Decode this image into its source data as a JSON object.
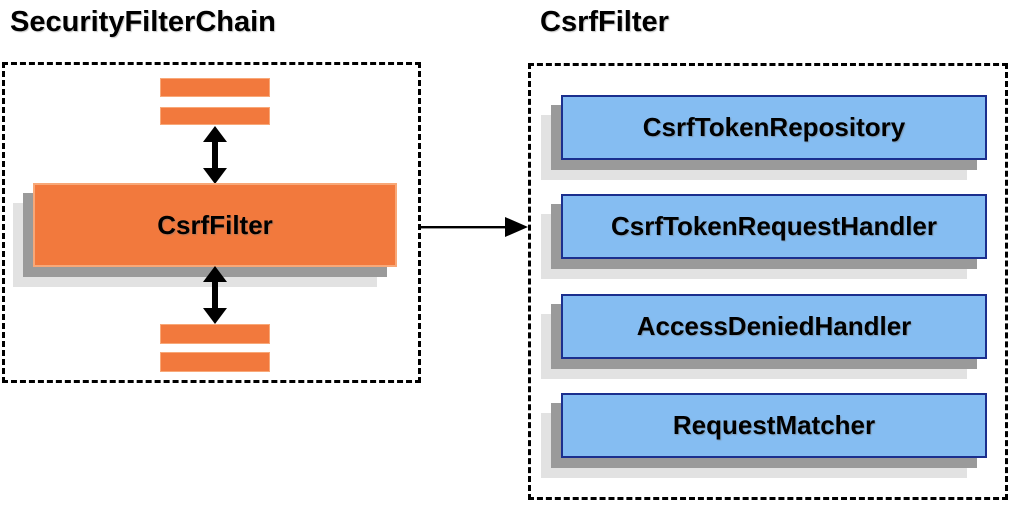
{
  "left_panel": {
    "title": "SecurityFilterChain",
    "filter_box_label": "CsrfFilter"
  },
  "right_panel": {
    "title": "CsrfFilter",
    "components": [
      {
        "label": "CsrfTokenRepository"
      },
      {
        "label": "CsrfTokenRequestHandler"
      },
      {
        "label": "AccessDeniedHandler"
      },
      {
        "label": "RequestMatcher"
      }
    ]
  },
  "icons": {
    "vertical_double_arrow": "up-down-arrow-icon",
    "horizontal_arrow": "right-arrow-icon"
  },
  "colors": {
    "orange": "#F2793D",
    "orange_border": "#F8A878",
    "blue_fill": "#85BDF2",
    "blue_border": "#1B2F8E",
    "shadow_dark": "#9A9A9A",
    "shadow_light": "#E2E2E2",
    "ink": "#000000"
  }
}
